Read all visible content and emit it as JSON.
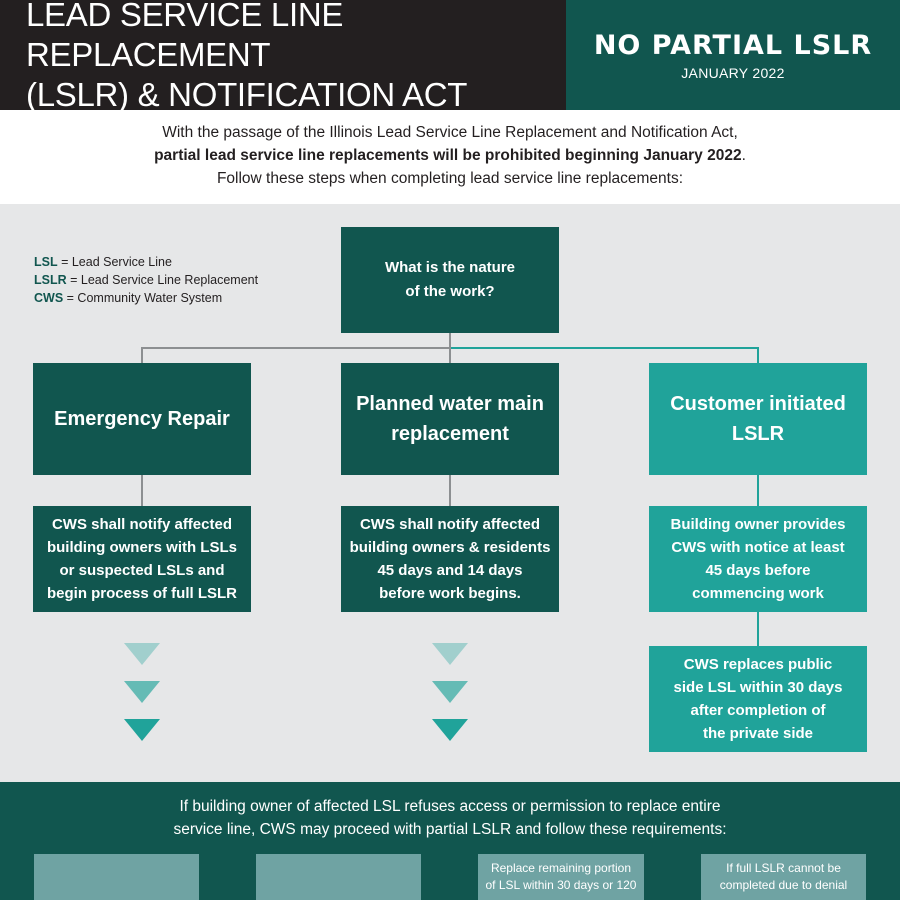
{
  "header": {
    "title_line1": "LEAD SERVICE LINE REPLACEMENT",
    "title_line2": "(LSLR) & NOTIFICATION ACT",
    "right_title": "NO PARTIAL LSLR",
    "right_date": "JANUARY 2022"
  },
  "intro": {
    "line1": "With the passage of the Illinois Lead Service Line Replacement and Notification Act,",
    "line2_bold": "partial lead service line replacements will be prohibited beginning January 2022",
    "line2_end": ".",
    "line3": "Follow these steps when completing lead service line replacements:"
  },
  "legend": [
    {
      "abbr": "LSL",
      "sep": " = ",
      "meaning": "Lead Service Line"
    },
    {
      "abbr": "LSLR",
      "sep": " = ",
      "meaning": "Lead Service Line Replacement"
    },
    {
      "abbr": "CWS",
      "sep": " = ",
      "meaning": "Community Water System"
    }
  ],
  "flow": {
    "root": {
      "line1": "What is the nature",
      "line2": "of the work?"
    },
    "categories": [
      {
        "line1": "Emergency Repair",
        "line2": ""
      },
      {
        "line1": "Planned water main",
        "line2": "replacement"
      },
      {
        "line1": "Customer initiated",
        "line2": "LSLR"
      }
    ],
    "steps": [
      {
        "lines": [
          "CWS shall notify affected",
          "building owners with LSLs",
          "or suspected LSLs and",
          "begin process of full LSLR"
        ]
      },
      {
        "lines": [
          "CWS shall notify affected",
          "building owners & residents",
          "45 days and 14 days",
          "before work begins."
        ]
      },
      {
        "lines": [
          "Building owner provides",
          "CWS with notice at least",
          "45 days before",
          "commencing work"
        ]
      }
    ],
    "step_extra": {
      "lines": [
        "CWS replaces public",
        "side LSL within 30 days",
        "after completion of",
        "the private side"
      ]
    }
  },
  "bottom": {
    "line1": "If building owner of affected LSL refuses access or permission to replace entire",
    "line2": "service line, CWS may proceed with partial LSLR and follow these requirements:",
    "requirements": [
      {
        "lines": [
          "",
          ""
        ]
      },
      {
        "lines": [
          "",
          ""
        ]
      },
      {
        "lines": [
          "Replace remaining portion",
          "of LSL within 30 days or 120"
        ]
      },
      {
        "lines": [
          "If full LSLR cannot be",
          "completed due to denial"
        ]
      }
    ]
  },
  "colors": {
    "dark_green": "#11564f",
    "teal": "#20a39a",
    "header_black": "#231f20",
    "panel_gray": "#e6e7e8"
  }
}
